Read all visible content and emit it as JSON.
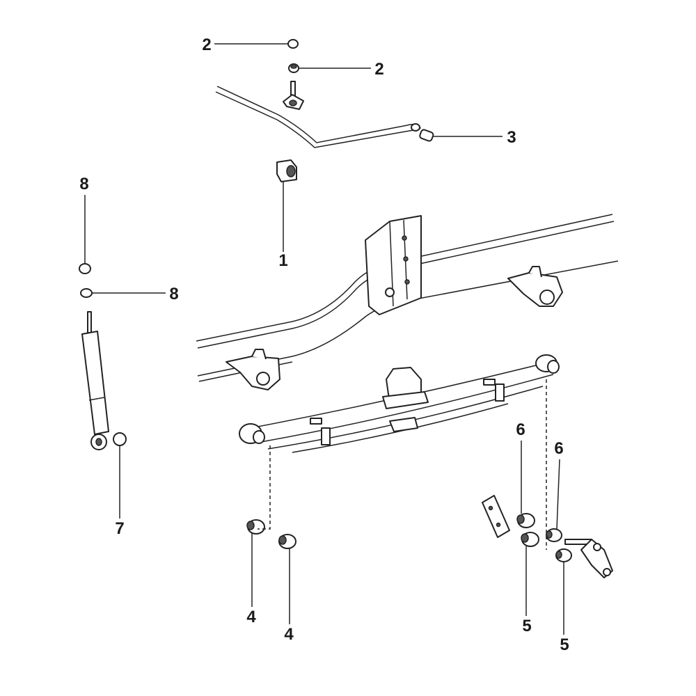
{
  "diagram": {
    "callouts": [
      {
        "id": "c2a",
        "number": "2",
        "part": "bushing-nut"
      },
      {
        "id": "c2b",
        "number": "2",
        "part": "bushing-nut"
      },
      {
        "id": "c3",
        "number": "3",
        "part": "stabilizer-end-bushing"
      },
      {
        "id": "c1",
        "number": "1",
        "part": "stabilizer-bushing"
      },
      {
        "id": "c8a",
        "number": "8",
        "part": "shock-nut"
      },
      {
        "id": "c8b",
        "number": "8",
        "part": "shock-washer"
      },
      {
        "id": "c7",
        "number": "7",
        "part": "shock-lower-bushing"
      },
      {
        "id": "c4a",
        "number": "4",
        "part": "front-spring-bushing"
      },
      {
        "id": "c4b",
        "number": "4",
        "part": "front-spring-bushing"
      },
      {
        "id": "c6a",
        "number": "6",
        "part": "shackle-bushing"
      },
      {
        "id": "c6b",
        "number": "6",
        "part": "shackle-bushing"
      },
      {
        "id": "c5a",
        "number": "5",
        "part": "shackle-bushing-lower"
      },
      {
        "id": "c5b",
        "number": "5",
        "part": "shackle-bushing-lower"
      }
    ]
  }
}
